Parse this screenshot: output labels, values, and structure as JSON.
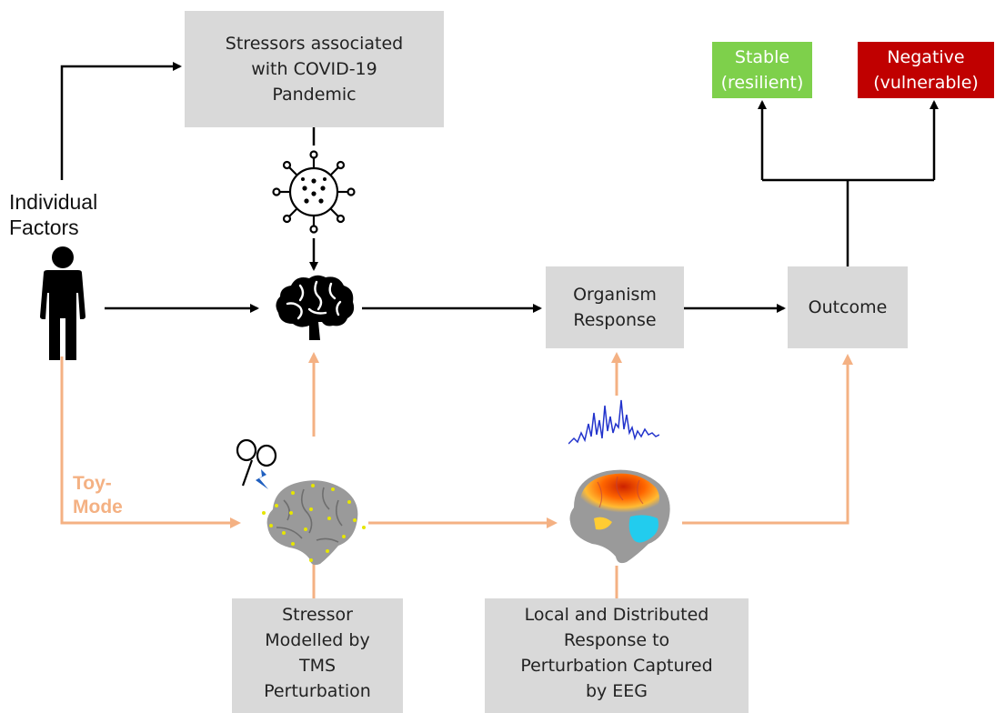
{
  "boxes": {
    "stressors": "Stressors associated\nwith COVID-19\nPandemic",
    "organism": "Organism\nResponse",
    "outcome": "Outcome",
    "stable": "Stable\n(resilient)",
    "negative": "Negative\n(vulnerable)",
    "stressor_tms": "Stressor\nModelled by\nTMS\nPerturbation",
    "local_response": "Local and Distributed\nResponse to\nPerturbation Captured\nby EEG"
  },
  "labels": {
    "individual_factors": "Individual\nFactors",
    "toy_mode": "Toy-\nMode"
  },
  "colors": {
    "main_arrow": "#000000",
    "toy_arrow": "#f4b183",
    "box_fill": "#d9d9d9",
    "stable": "#7ed04b",
    "negative": "#c00000",
    "eeg_trace": "#2233cc"
  },
  "icons": [
    "person-icon",
    "virus-icon",
    "brain-icon",
    "tms-coil-icon",
    "tms-brain-icon",
    "eeg-trace-icon",
    "activation-brain-icon"
  ]
}
